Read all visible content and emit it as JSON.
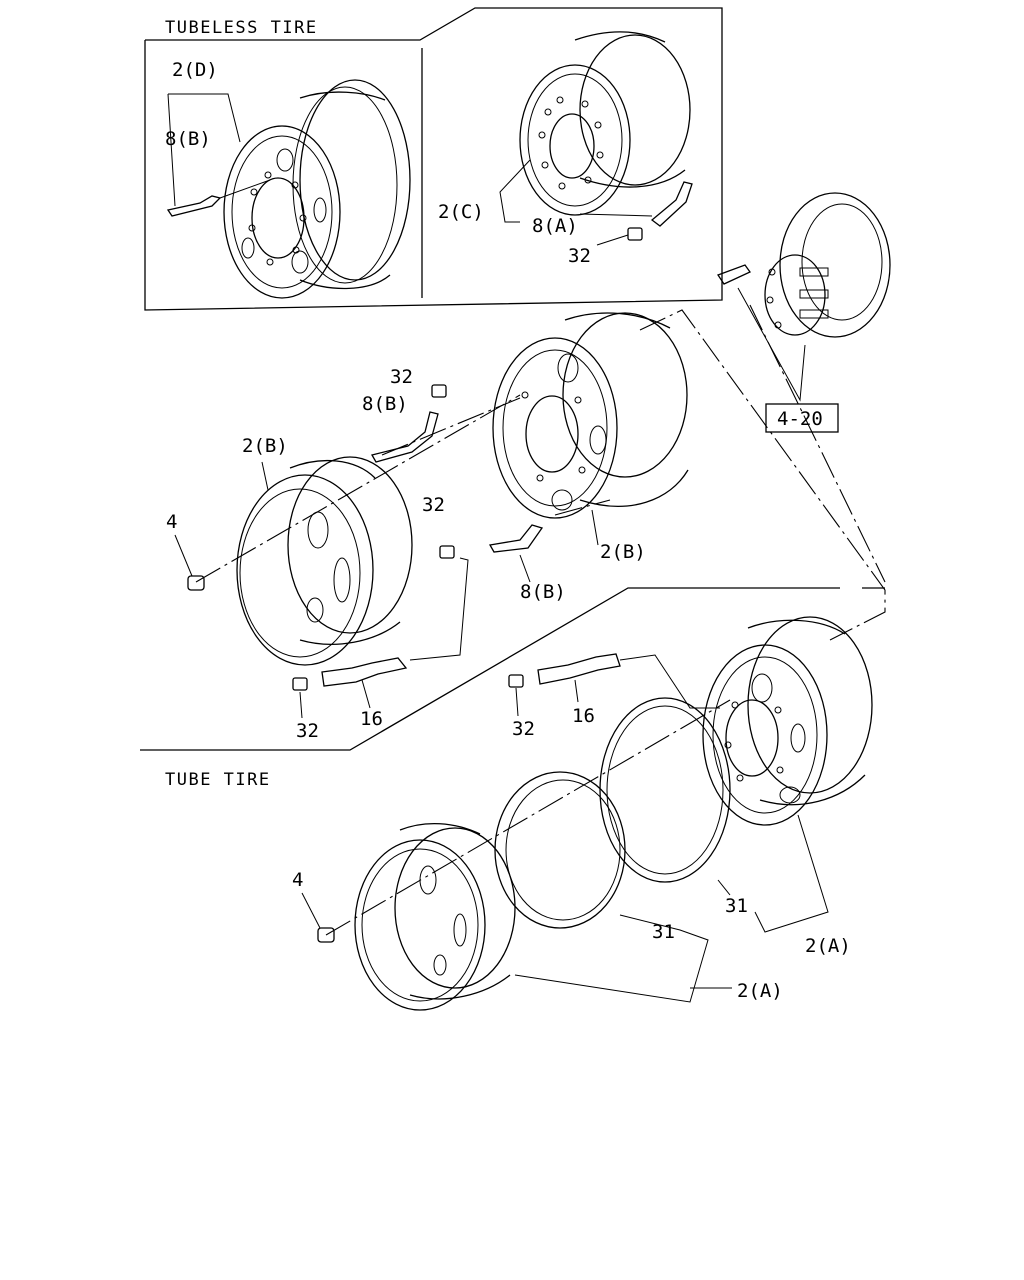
{
  "sections": {
    "tubeless": "TUBELESS TIRE",
    "tube": "TUBE TIRE"
  },
  "labels": {
    "p2d": "2(D)",
    "p8b_top": "8(B)",
    "p2c": "2(C)",
    "p8a": "8(A)",
    "p32_inset": "32",
    "p32_a": "32",
    "p8b_mid": "8(B)",
    "p2b_left": "2(B)",
    "p4_mid": "4",
    "p32_b": "32",
    "p2b_right": "2(B)",
    "p8b_low": "8(B)",
    "p32_c": "32",
    "p16_left": "16",
    "p32_d": "32",
    "p16_right": "16",
    "ref": "4-20",
    "p4_low": "4",
    "p31_right": "31",
    "p31_left": "31",
    "p2a_right": "2(A)",
    "p2a_left": "2(A)"
  }
}
